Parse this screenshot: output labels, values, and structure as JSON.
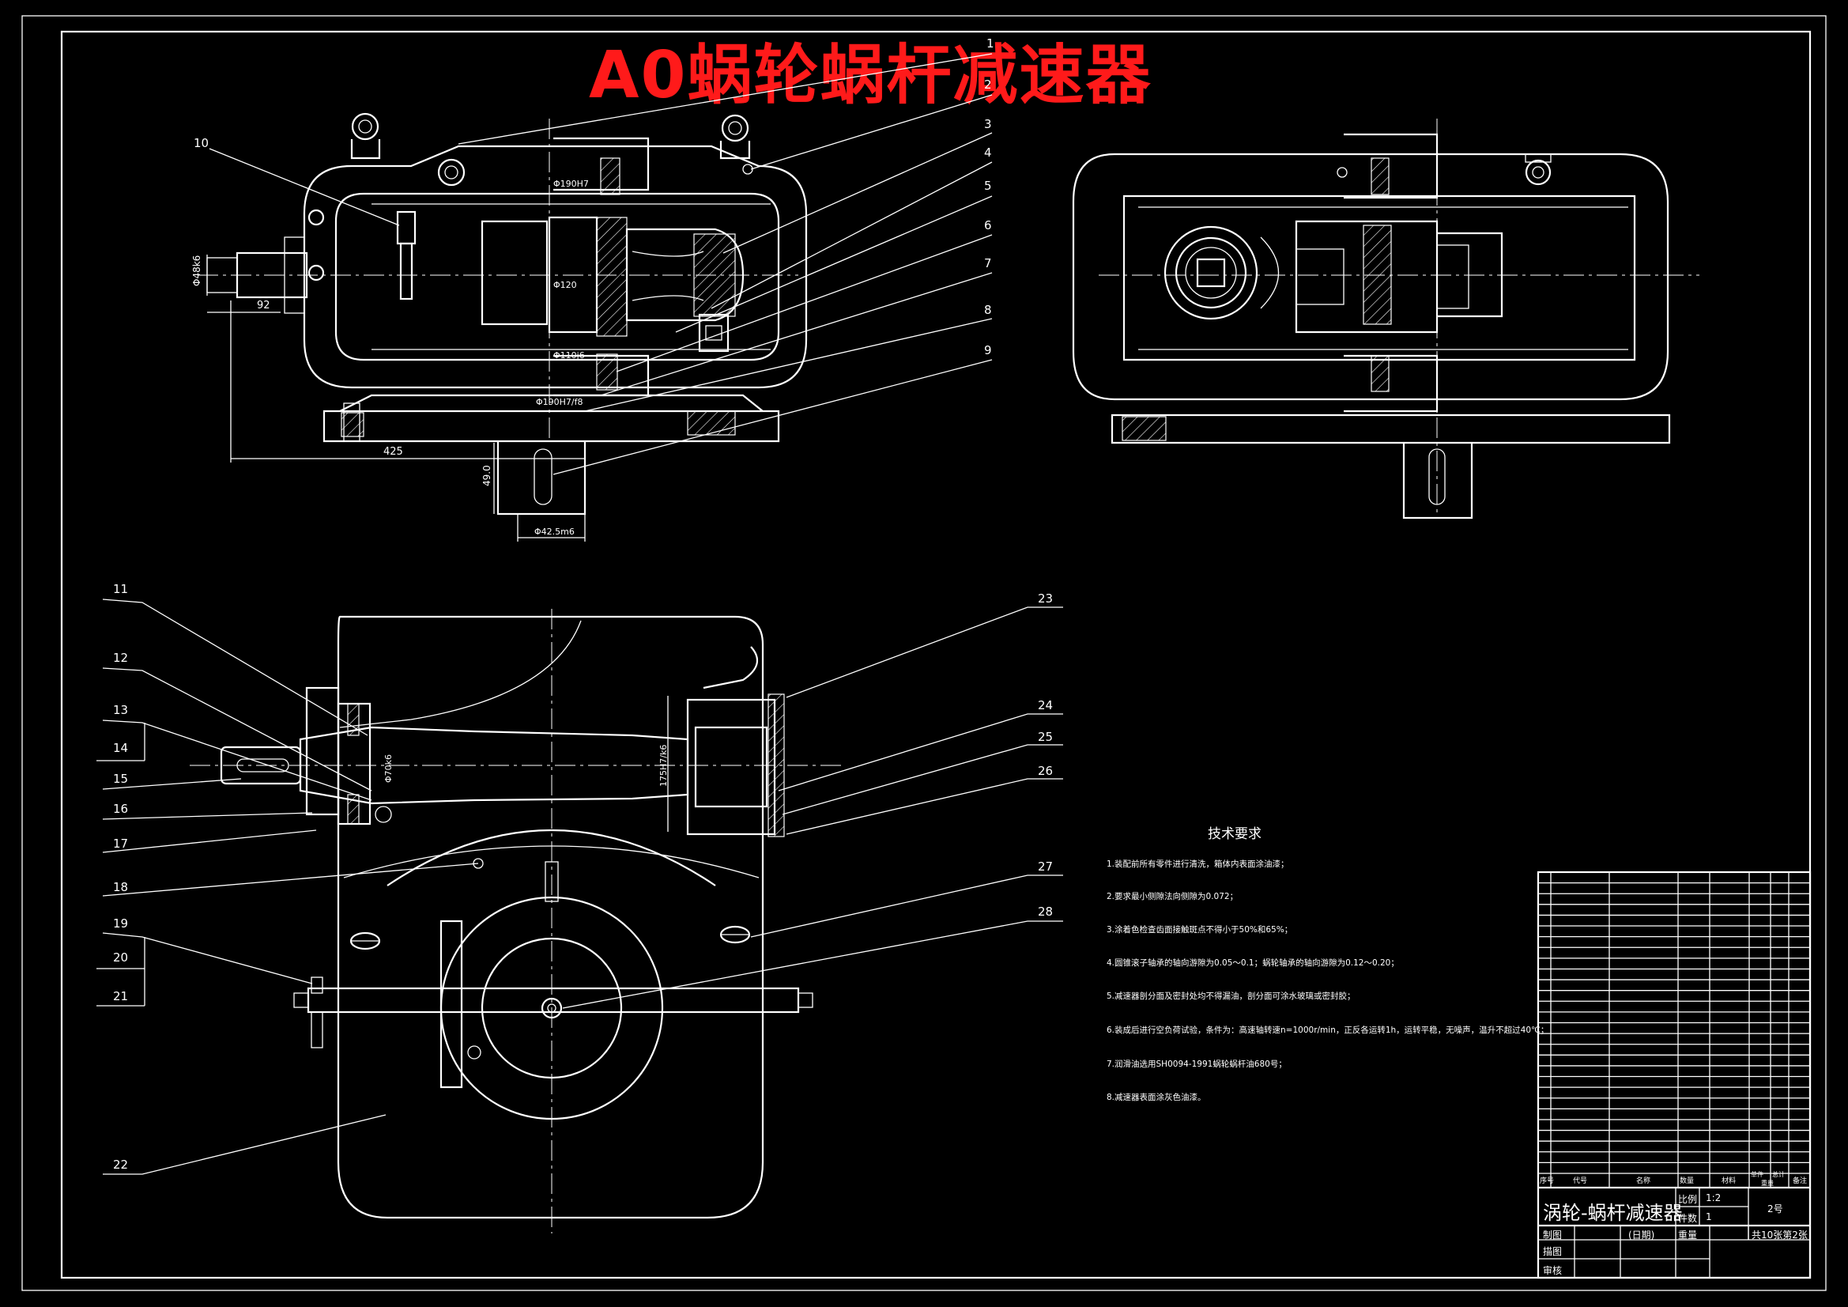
{
  "title": "A0蜗轮蜗杆减速器",
  "colors": {
    "background": "#000000",
    "lines": "#ffffff",
    "title": "#ff1a1a"
  },
  "part_numbers_top": [
    "1",
    "2",
    "3",
    "4",
    "5",
    "6",
    "7",
    "8",
    "9",
    "10"
  ],
  "part_numbers_bottom": [
    "11",
    "12",
    "13",
    "14",
    "15",
    "16",
    "17",
    "18",
    "19",
    "20",
    "21",
    "22",
    "23",
    "24",
    "25",
    "26",
    "27",
    "28"
  ],
  "dimensions": {
    "shaft_dia": "Φ48k6",
    "length_92": "92",
    "length_425": "425",
    "height_49": "49.0",
    "dia_42": "Φ42.5m6",
    "fit_190": "Φ190H7",
    "fit_120": "Φ120",
    "fit_110": "Φ110j6",
    "fit_190b": "Φ190H7/f8",
    "fit_bottom_1": "Φ70k6",
    "fit_bottom_2": "175H7/k6"
  },
  "tech_requirements": {
    "heading": "技术要求",
    "items": [
      "1.装配前所有零件进行清洗，箱体内表面涂油漆；",
      "2.要求最小侧隙法向侧隙为0.072；",
      "3.涂着色检查齿面接触斑点不得小于50%和65%；",
      "4.圆锥滚子轴承的轴向游隙为0.05～0.1；蜗轮轴承的轴向游隙为0.12～0.20；",
      "5.减速器剖分面及密封处均不得漏油，剖分面可涂水玻璃或密封胶；",
      "6.装成后进行空负荷试验，条件为：高速轴转速n=1000r/min，正反各运转1h，运转平稳，无噪声，温升不超过40℃；",
      "7.润滑油选用SH0094-1991蜗轮蜗杆油680号；",
      "8.减速器表面涂灰色油漆。"
    ]
  },
  "title_block": {
    "name": "涡轮-蜗杆减速器",
    "ratio_label": "比例",
    "ratio": "1:2",
    "qty_label": "件数",
    "qty": "1",
    "drawing_no": "2号",
    "designer": "制图",
    "date": "(日期)",
    "weight": "重量",
    "sheets": "共10张第2张",
    "drafter": "描图",
    "checker": "审核",
    "col_no": "序号",
    "col_code": "代号",
    "col_name": "名称",
    "col_qty": "数量",
    "col_material": "材料",
    "col_single": "单件",
    "col_total": "总计",
    "col_weight": "重量",
    "col_note": "备注"
  }
}
